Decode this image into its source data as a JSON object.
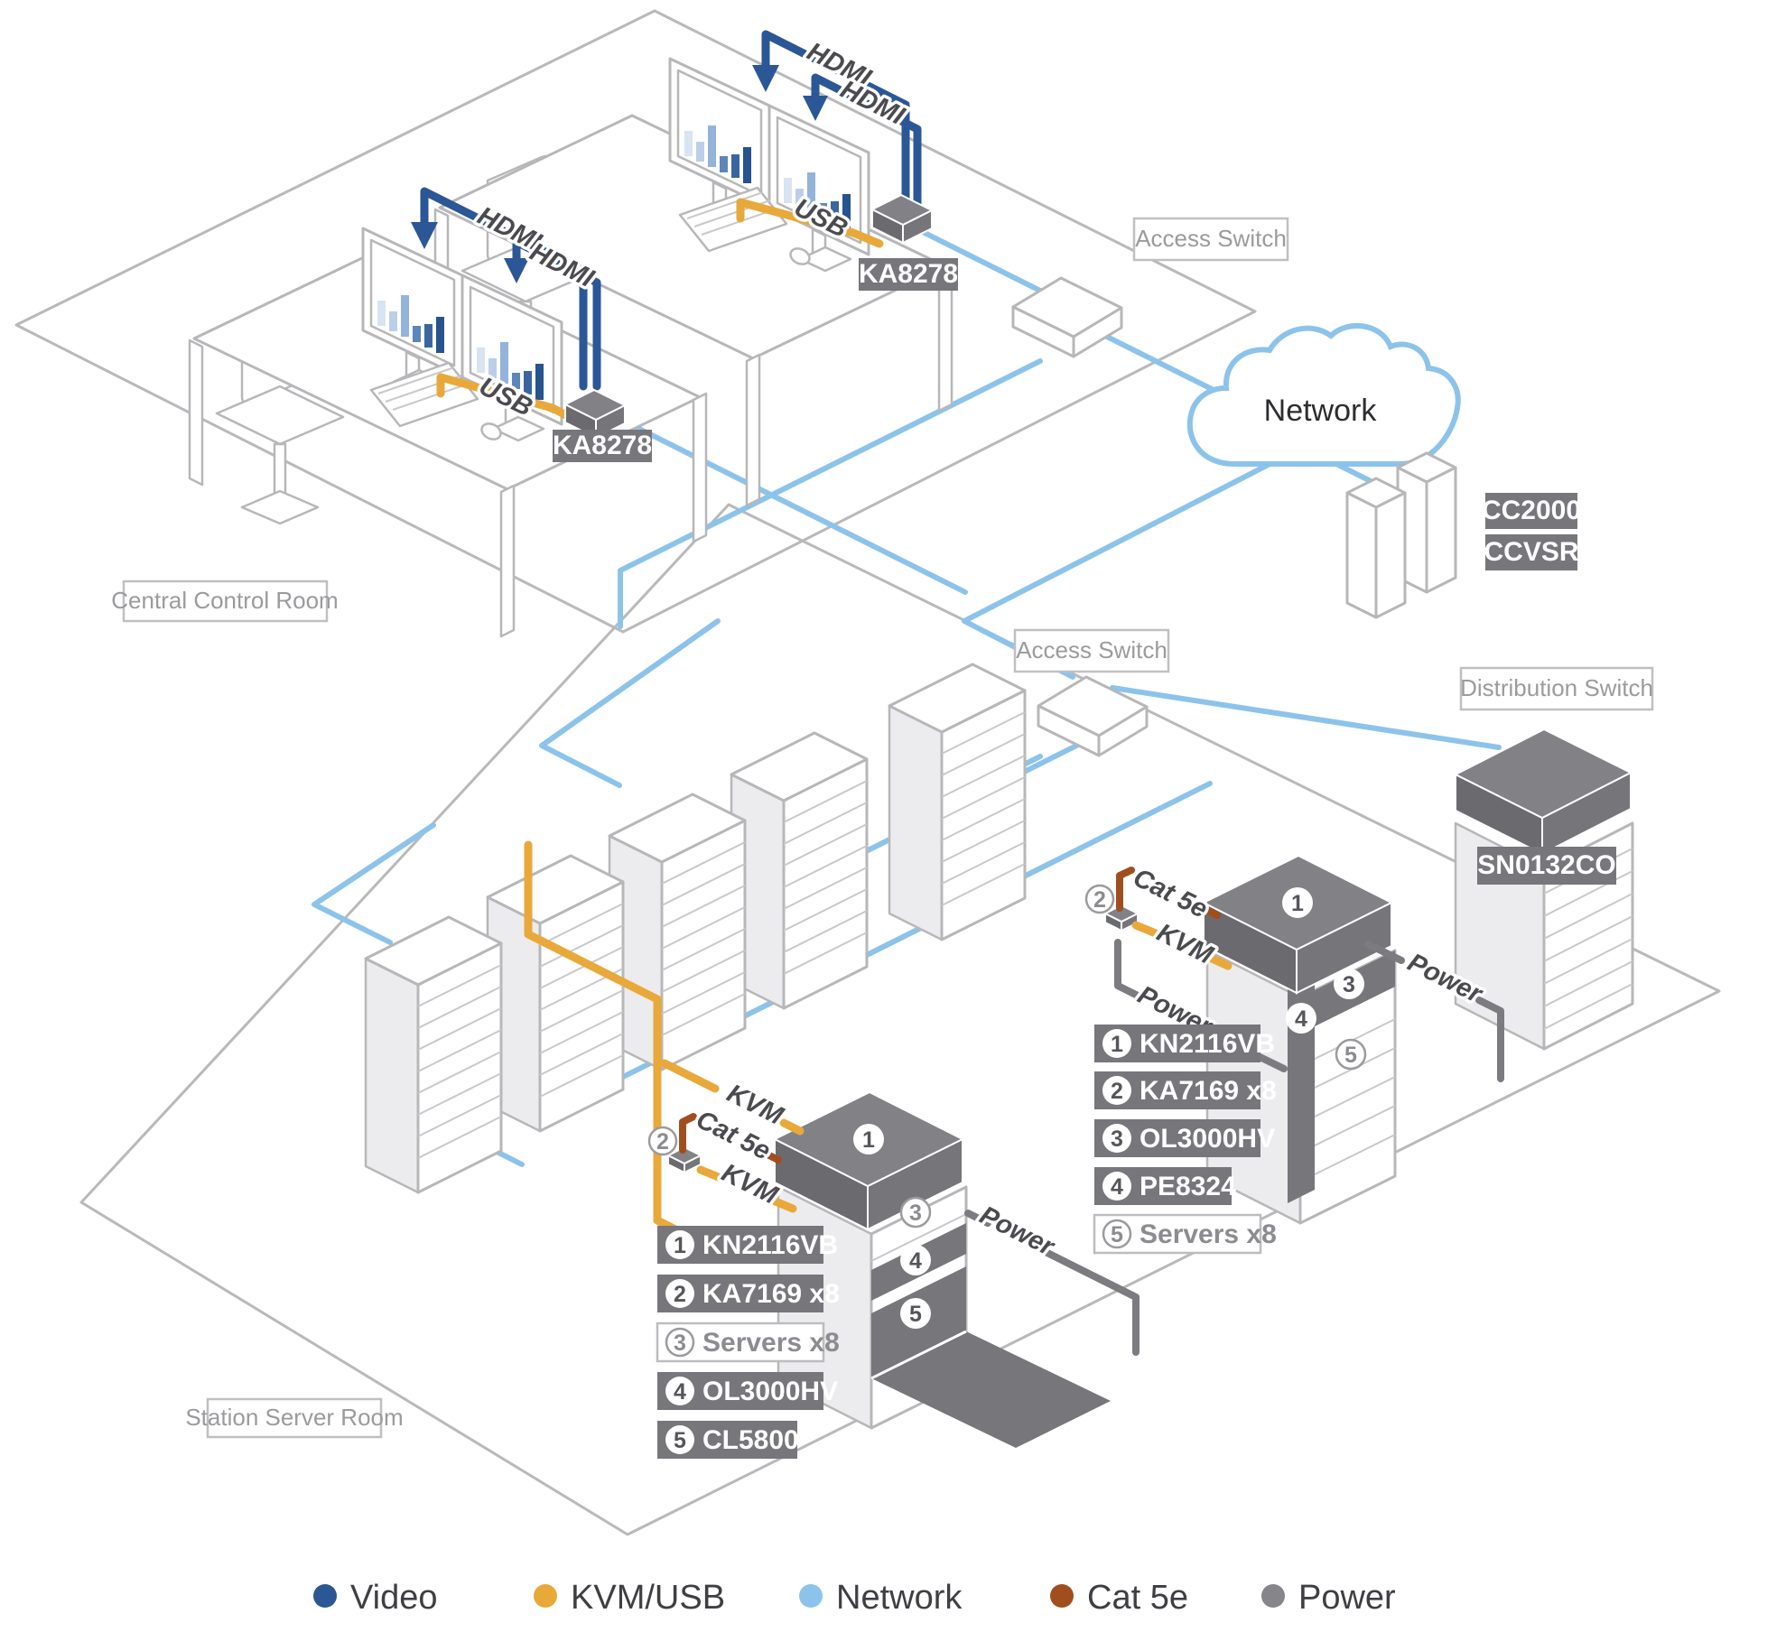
{
  "rooms": {
    "central_control": "Central Control Room",
    "station_server": "Station Server Room"
  },
  "network": {
    "cloud_label": "Network"
  },
  "switches": {
    "access_top": "Access Switch",
    "access_bottom": "Access Switch",
    "distribution": "Distribution Switch",
    "distribution_model": "SN0132CO"
  },
  "workstations": {
    "extender_model_a": "KA8278",
    "extender_model_b": "KA8278",
    "cables": {
      "hdmi": "HDMI",
      "usb": "USB"
    }
  },
  "servers": {
    "cc2000": "CC2000",
    "ccvsr": "CCVSR"
  },
  "cables": {
    "kvm": "KVM",
    "cat5e": "Cat 5e",
    "power": "Power"
  },
  "rack_right": {
    "callouts": [
      {
        "num": "1",
        "label": "KN2116VB",
        "style": "dark"
      },
      {
        "num": "2",
        "label": "KA7169 x8",
        "style": "dark"
      },
      {
        "num": "3",
        "label": "OL3000HV",
        "style": "dark"
      },
      {
        "num": "4",
        "label": "PE8324",
        "style": "dark"
      },
      {
        "num": "5",
        "label": "Servers x8",
        "style": "light"
      }
    ]
  },
  "rack_left": {
    "callouts": [
      {
        "num": "1",
        "label": "KN2116VB",
        "style": "dark"
      },
      {
        "num": "2",
        "label": "KA7169 x8",
        "style": "dark"
      },
      {
        "num": "3",
        "label": "Servers x8",
        "style": "light"
      },
      {
        "num": "4",
        "label": "OL3000HV",
        "style": "dark"
      },
      {
        "num": "5",
        "label": "CL5800",
        "style": "dark"
      }
    ]
  },
  "legend": {
    "items": [
      {
        "label": "Video",
        "color": "#2b5796"
      },
      {
        "label": "KVM/USB",
        "color": "#e8a93a"
      },
      {
        "label": "Network",
        "color": "#8cc3eb"
      },
      {
        "label": "Cat 5e",
        "color": "#a14e1e"
      },
      {
        "label": "Power",
        "color": "#85858a"
      }
    ]
  }
}
